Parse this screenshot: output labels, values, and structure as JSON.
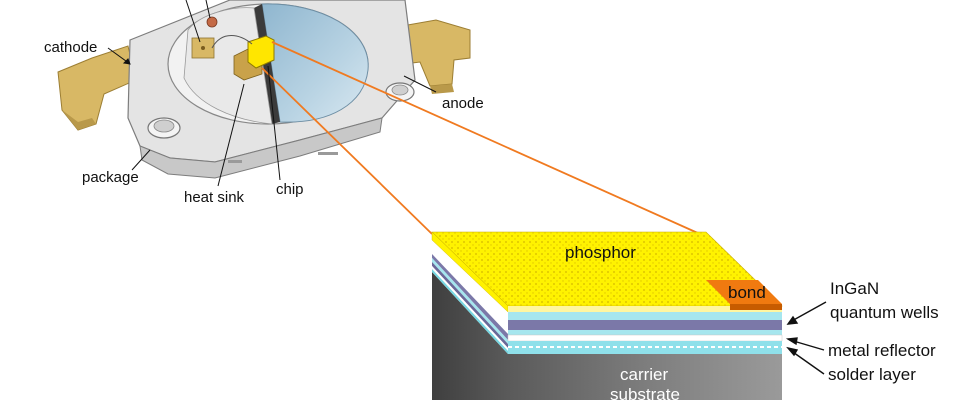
{
  "labels": {
    "cathode": "cathode",
    "anode": "anode",
    "package": "package",
    "heat_sink": "heat sink",
    "chip": "chip",
    "phosphor": "phosphor",
    "bond": "bond",
    "ingan_line1": "InGaN",
    "ingan_line2": "quantum wells",
    "metal_reflector": "metal reflector",
    "solder_layer": "solder layer",
    "carrier_line1": "carrier",
    "carrier_line2": "substrate"
  },
  "colors": {
    "lead_gold": "#d8b865",
    "package_gray": "#d9d9d9",
    "lens_blue": "#a9c7d9",
    "chip_yellow": "#ffe600",
    "phosphor_yellow": "#fff200",
    "bond_orange": "#f07a10",
    "leader_orange": "#f07a20",
    "quantum_purple": "#7b78a8",
    "layer_cyan": "#a6e6ee",
    "carrier_gray": "#6e6e6e"
  }
}
